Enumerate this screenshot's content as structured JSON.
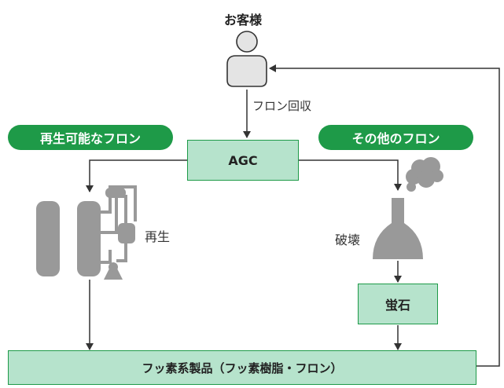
{
  "customer_label": "お客様",
  "recovery_label": "フロン回収",
  "company_label": "AGC",
  "left_pill": "再生可能なフロン",
  "right_pill": "その他のフロン",
  "regeneration_label": "再生",
  "destruction_label": "破壊",
  "fluorite_label": "蛍石",
  "product_label": "フッ素系製品（フッ素樹脂・フロン）",
  "colors": {
    "pill_green": "#1e9a48",
    "box_fill": "#b6e3cc",
    "equipment_gray": "#999999",
    "line": "#333333"
  },
  "icons": {
    "customer": "person-icon",
    "plant": "regeneration-plant-icon",
    "incinerator": "incinerator-icon",
    "smoke": "smoke-icon"
  }
}
